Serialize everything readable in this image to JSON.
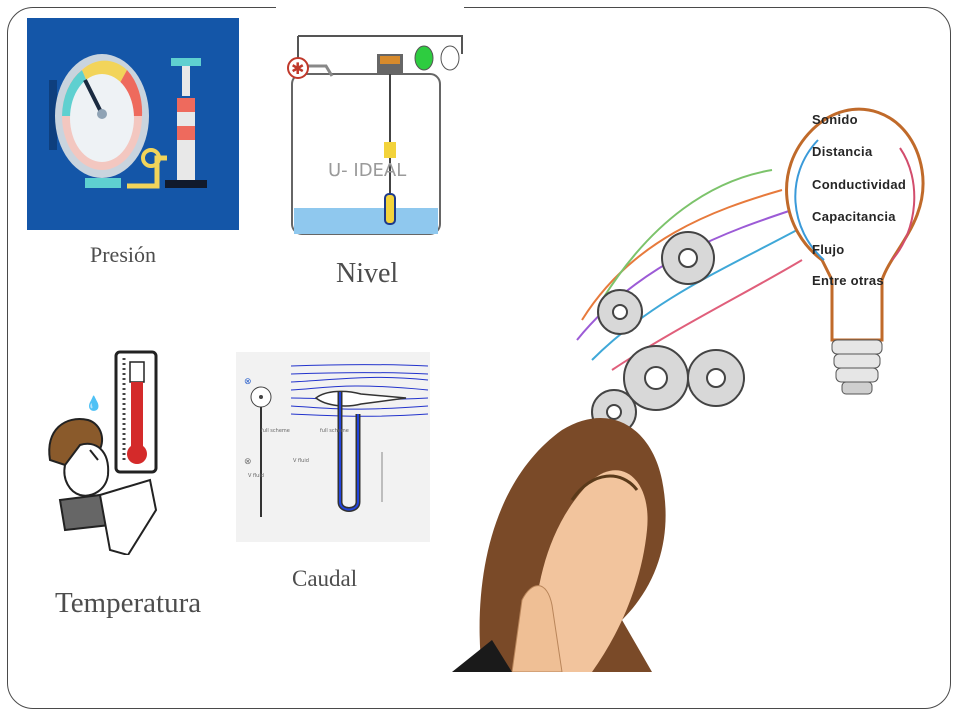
{
  "slide": {
    "labels": {
      "pressure": "Presión",
      "level": "Nivel",
      "temperature": "Temperatura",
      "flow": "Caudal"
    },
    "level_image_brand": "U- IDEAL",
    "flow_diagram": {
      "text1": "full scheme",
      "text2": "V fluid",
      "text3": "full scheme",
      "text4": "V fluid"
    },
    "bulb_list": [
      "Sonido",
      "Distancia",
      "Conductividad",
      "Capacitancia",
      "Flujo",
      "Entre otras"
    ]
  }
}
